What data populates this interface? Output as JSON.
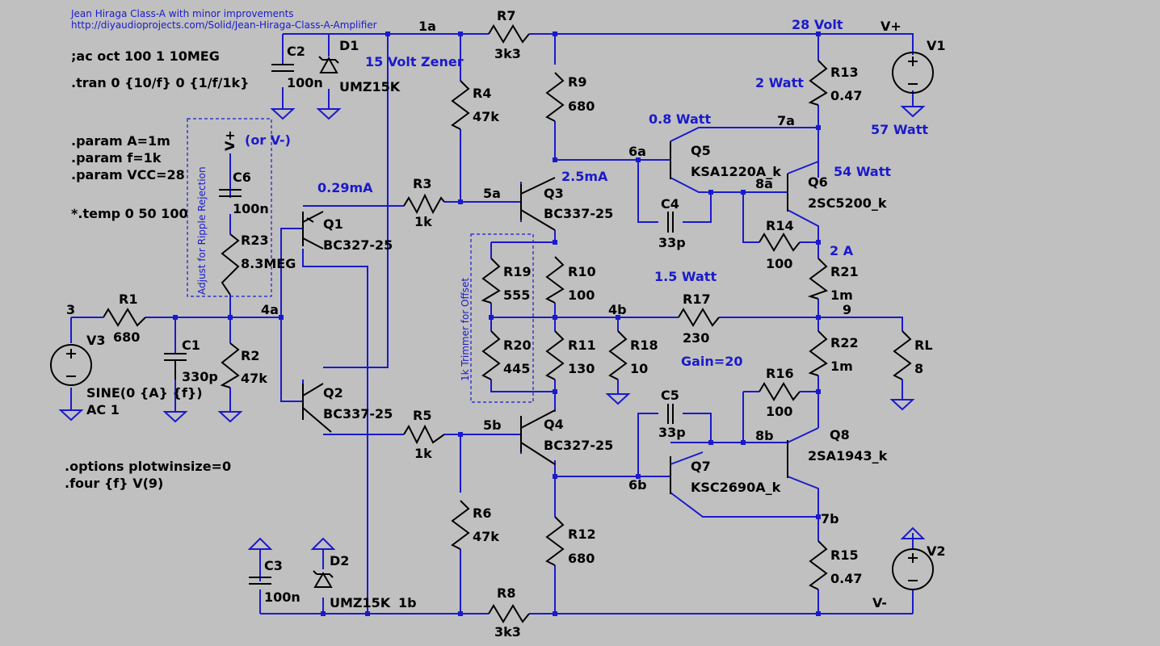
{
  "header": {
    "title": "Jean Hiraga Class-A with minor improvements",
    "url": "http://diyaudioprojects.com/Solid/Jean-Hiraga-Class-A-Amplifier"
  },
  "directives": {
    "ac": ";ac oct 100 1 10MEG",
    "tran": ".tran 0 {10/f} 0 {1/f/1k}",
    "param_a": ".param A=1m",
    "param_f": ".param f=1k",
    "param_vcc": ".param VCC=28",
    "temp": "*.temp 0 50 100",
    "options": ".options plotwinsize=0",
    "four": ".four {f} V(9)"
  },
  "annotations": {
    "zener": "15 Volt Zener",
    "supply": "28 Volt",
    "r13_power": "2 Watt",
    "v1_power": "57 Watt",
    "q5_power": "0.8 Watt",
    "q6_power": "54 Watt",
    "q1_current": "0.29mA",
    "q3_current": "2.5mA",
    "out_current": "2 A",
    "r17_power": "1.5 Watt",
    "gain": "Gain=20",
    "or_vminus": "(or V-)",
    "ripple_box": "Adjust for Ripple Rejection",
    "trimmer_box": "1k Trimmer for Offset"
  },
  "nets": {
    "n1a": "1a",
    "n1b": "1b",
    "n3": "3",
    "n4a": "4a",
    "n4b": "4b",
    "n5a": "5a",
    "n5b": "5b",
    "n6a": "6a",
    "n6b": "6b",
    "n7a": "7a",
    "n7b": "7b",
    "n8a": "8a",
    "n8b": "8b",
    "n9": "9",
    "vplus": "V+",
    "vminus": "V-",
    "vplus_flag": "V+"
  },
  "components": {
    "r1": {
      "name": "R1",
      "value": "680"
    },
    "r2": {
      "name": "R2",
      "value": "47k"
    },
    "r3": {
      "name": "R3",
      "value": "1k"
    },
    "r4": {
      "name": "R4",
      "value": "47k"
    },
    "r5": {
      "name": "R5",
      "value": "1k"
    },
    "r6": {
      "name": "R6",
      "value": "47k"
    },
    "r7": {
      "name": "R7",
      "value": "3k3"
    },
    "r8": {
      "name": "R8",
      "value": "3k3"
    },
    "r9": {
      "name": "R9",
      "value": "680"
    },
    "r10": {
      "name": "R10",
      "value": "100"
    },
    "r11": {
      "name": "R11",
      "value": "130"
    },
    "r12": {
      "name": "R12",
      "value": "680"
    },
    "r13": {
      "name": "R13",
      "value": "0.47"
    },
    "r14": {
      "name": "R14",
      "value": "100"
    },
    "r15": {
      "name": "R15",
      "value": "0.47"
    },
    "r16": {
      "name": "R16",
      "value": "100"
    },
    "r17": {
      "name": "R17",
      "value": "230"
    },
    "r18": {
      "name": "R18",
      "value": "10"
    },
    "r19": {
      "name": "R19",
      "value": "555"
    },
    "r20": {
      "name": "R20",
      "value": "445"
    },
    "r21": {
      "name": "R21",
      "value": "1m"
    },
    "r22": {
      "name": "R22",
      "value": "1m"
    },
    "r23": {
      "name": "R23",
      "value": "8.3MEG"
    },
    "rl": {
      "name": "RL",
      "value": "8"
    },
    "c1": {
      "name": "C1",
      "value": "330p"
    },
    "c2": {
      "name": "C2",
      "value": "100n"
    },
    "c3": {
      "name": "C3",
      "value": "100n"
    },
    "c4": {
      "name": "C4",
      "value": "33p"
    },
    "c5": {
      "name": "C5",
      "value": "33p"
    },
    "c6": {
      "name": "C6",
      "value": "100n"
    },
    "d1": {
      "name": "D1",
      "value": "UMZ15K"
    },
    "d2": {
      "name": "D2",
      "value": "UMZ15K"
    },
    "q1": {
      "name": "Q1",
      "value": "BC327-25"
    },
    "q2": {
      "name": "Q2",
      "value": "BC337-25"
    },
    "q3": {
      "name": "Q3",
      "value": "BC337-25"
    },
    "q4": {
      "name": "Q4",
      "value": "BC327-25"
    },
    "q5": {
      "name": "Q5",
      "value": "KSA1220A_k"
    },
    "q6": {
      "name": "Q6",
      "value": "2SC5200_k"
    },
    "q7": {
      "name": "Q7",
      "value": "KSC2690A_k"
    },
    "q8": {
      "name": "Q8",
      "value": "2SA1943_k"
    },
    "v1": {
      "name": "V1"
    },
    "v2": {
      "name": "V2"
    },
    "v3": {
      "name": "V3",
      "value": "SINE(0 {A} {f})",
      "ac": "AC 1"
    }
  }
}
